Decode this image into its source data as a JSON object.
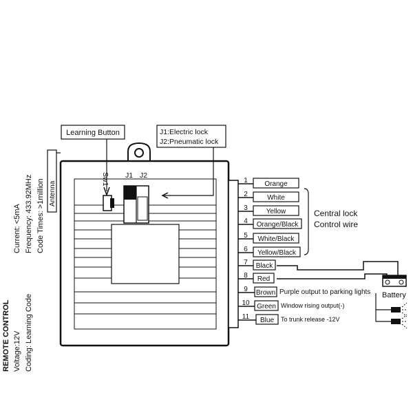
{
  "labels": {
    "learning_button": "Learning Button",
    "jumper_legend_1": "J1:Electric lock",
    "jumper_legend_2": "J2:Pneumatic lock",
    "sw1": "Sw1",
    "j1": "J1",
    "j2": "J2",
    "antenna": "Antenna",
    "battery": "Battery",
    "central_lock_1": "Central lock",
    "central_lock_2": "Control wire"
  },
  "specs": {
    "current": "Current: <5mA",
    "frequency": "Frequency: 433.92MHz",
    "code_times": "Code Times: >1million",
    "remote_control": "REMOTE CONTROL",
    "voltage": "Voltage:12V",
    "coding": "Coding: Learning Code"
  },
  "wires": [
    {
      "num": "1",
      "color": "Orange",
      "desc": ""
    },
    {
      "num": "2",
      "color": "White",
      "desc": ""
    },
    {
      "num": "3",
      "color": "Yellow",
      "desc": ""
    },
    {
      "num": "4",
      "color": "Orange/Black",
      "desc": ""
    },
    {
      "num": "5",
      "color": "White/Black",
      "desc": ""
    },
    {
      "num": "6",
      "color": "Yellow/Black",
      "desc": ""
    },
    {
      "num": "7",
      "color": "Black",
      "desc": ""
    },
    {
      "num": "8",
      "color": "Red",
      "desc": ""
    },
    {
      "num": "9",
      "color": "Brown",
      "desc": "Purple output to parking lights"
    },
    {
      "num": "10",
      "color": "Green",
      "desc": "Window rising output(-)"
    },
    {
      "num": "11",
      "color": "Blue",
      "desc": "To trunk release -12V"
    }
  ]
}
